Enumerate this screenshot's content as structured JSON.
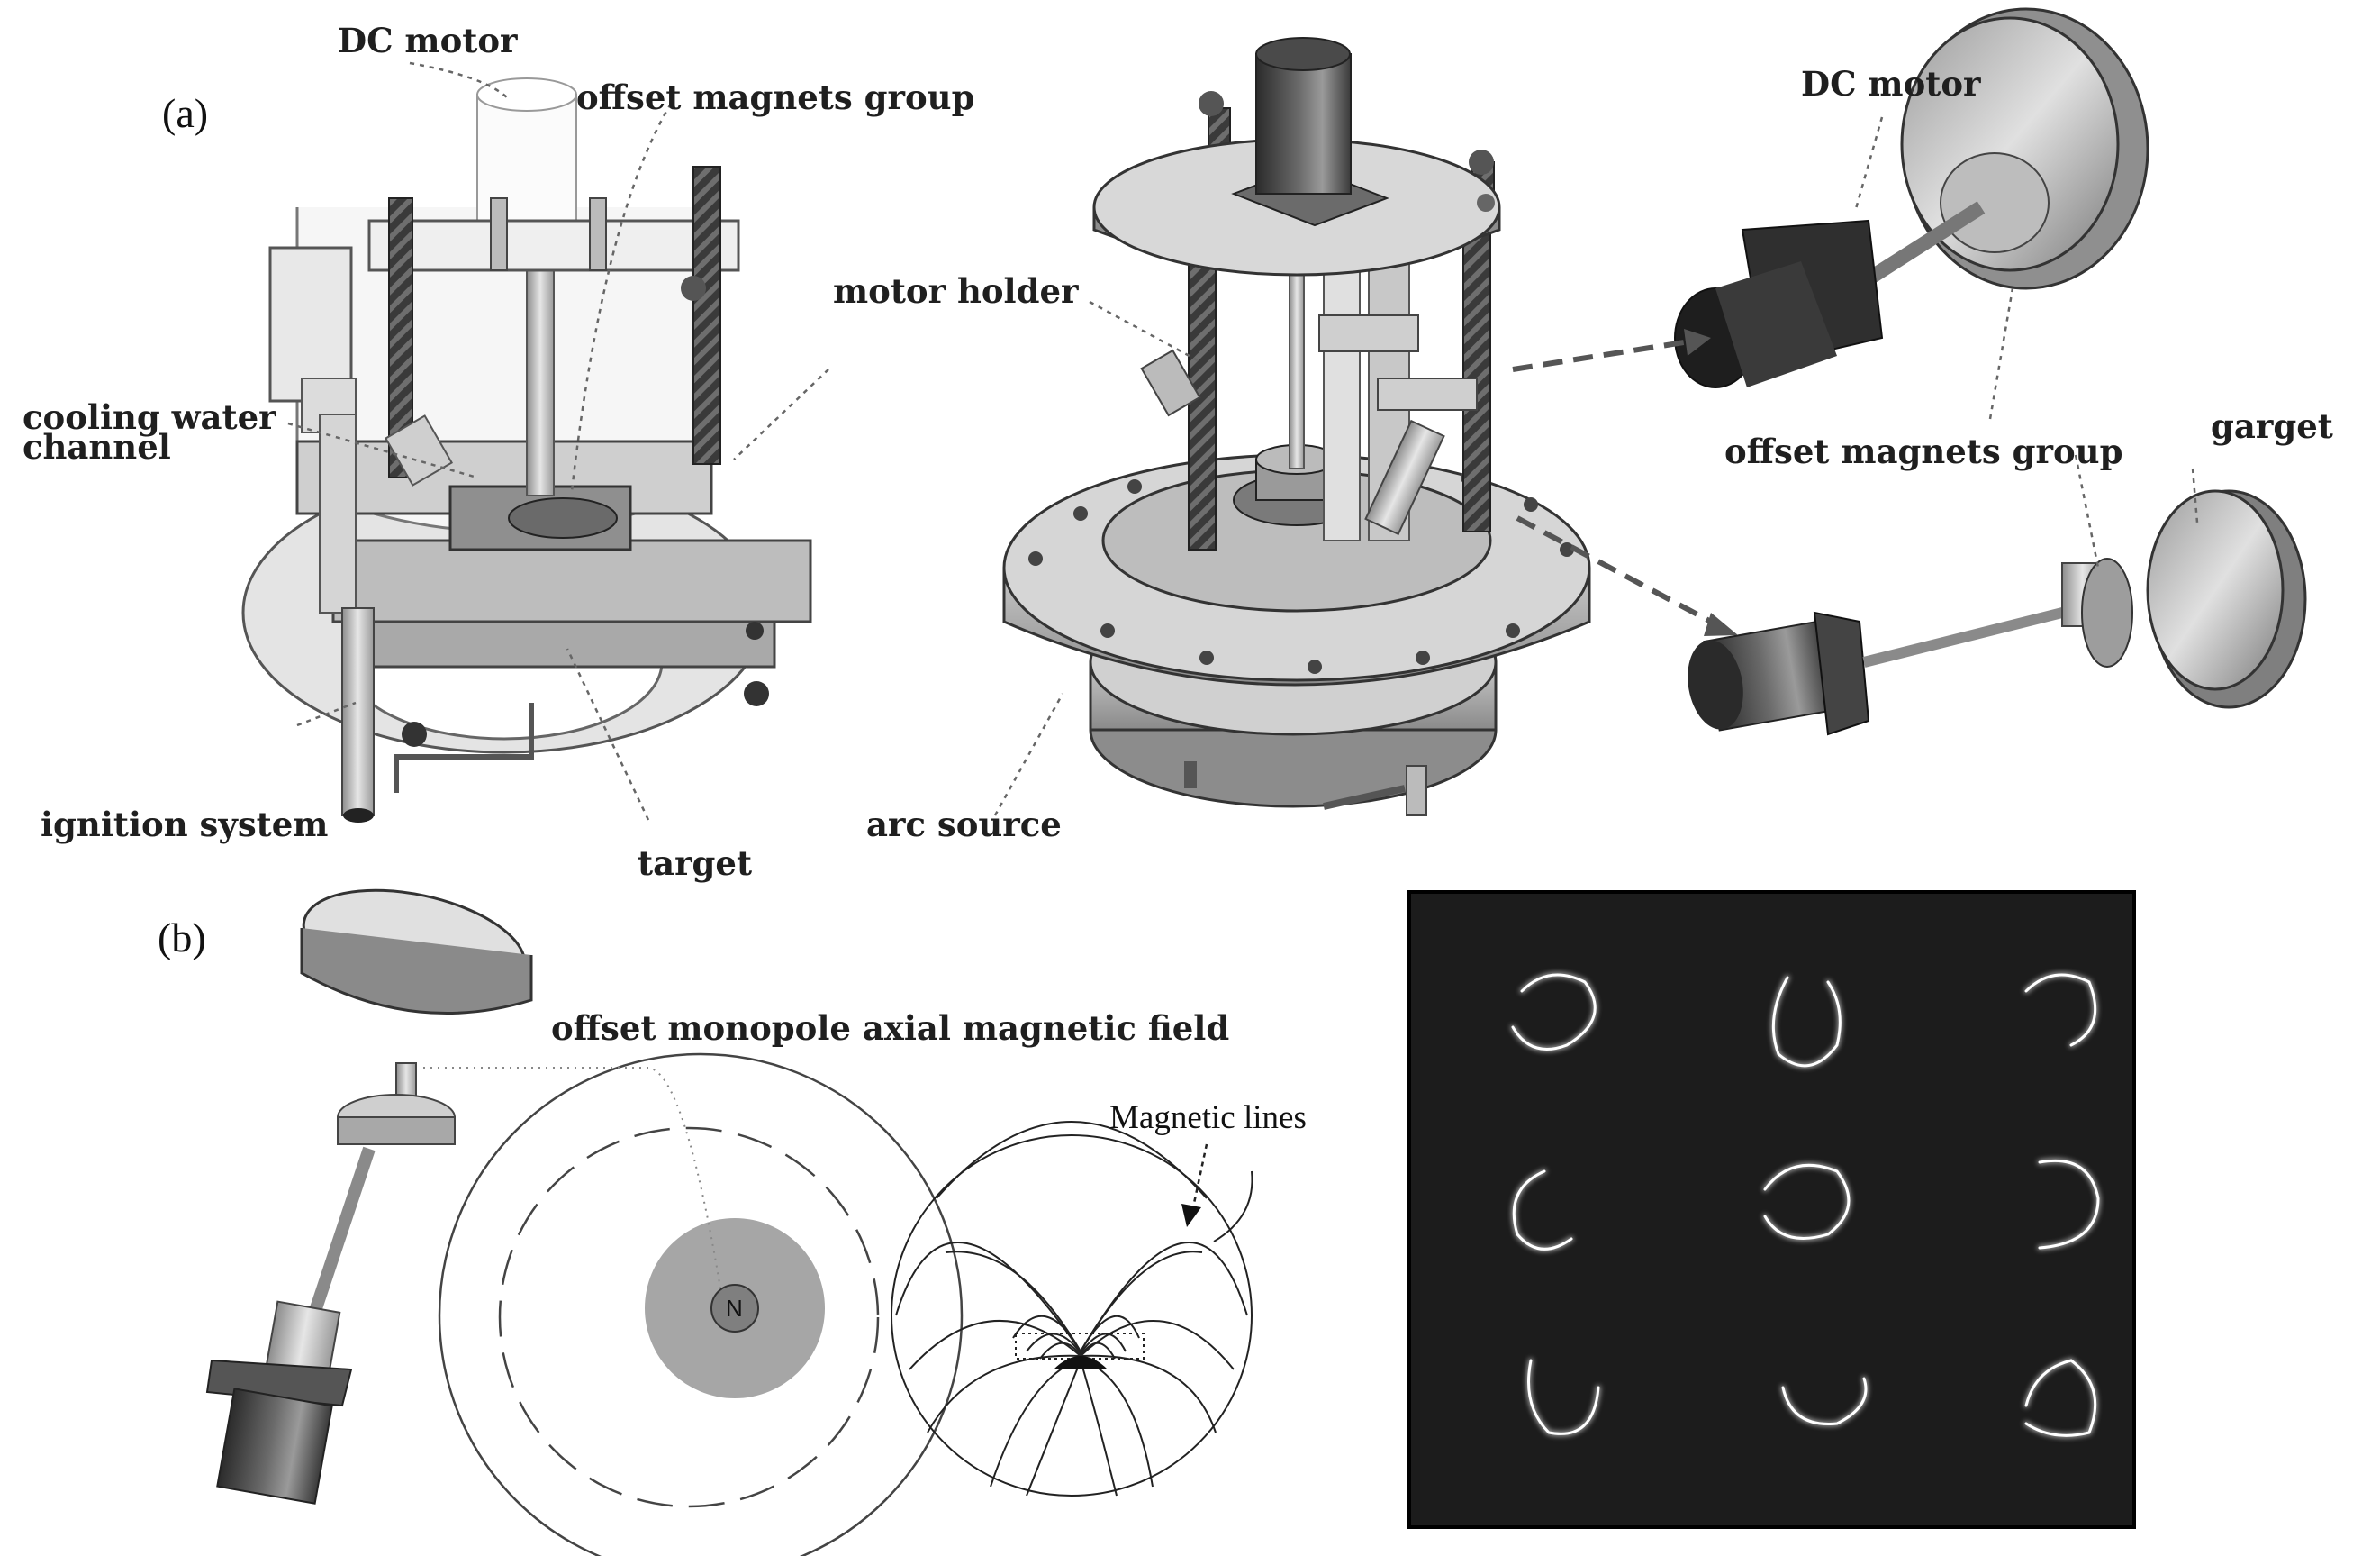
{
  "panels": {
    "a": "(a)",
    "b": "(b)"
  },
  "labels_a": {
    "dc_motor_left": "DC motor",
    "offset_magnets_left": "offset magnets group",
    "cooling_water_line1": "cooling water",
    "cooling_water_line2": "channel",
    "ignition_system": "ignition system",
    "target": "target",
    "motor_holder": "motor holder",
    "arc_source": "arc source",
    "dc_motor_right": "DC motor",
    "offset_magnets_right": "offset magnets group",
    "garget": "garget"
  },
  "labels_b": {
    "offset_monopole": "offset monopole axial magnetic field",
    "pole": "N",
    "magnetic_lines": "Magnetic lines"
  },
  "colors": {
    "metal_light": "#d9d9d9",
    "metal_mid": "#a9a9a9",
    "metal_dark": "#555555",
    "magnet_disc": "#a6a6a6",
    "pole_dot": "#808080",
    "photo_bg": "#1a1a1a",
    "arc_glow": "#f2f2f2"
  }
}
